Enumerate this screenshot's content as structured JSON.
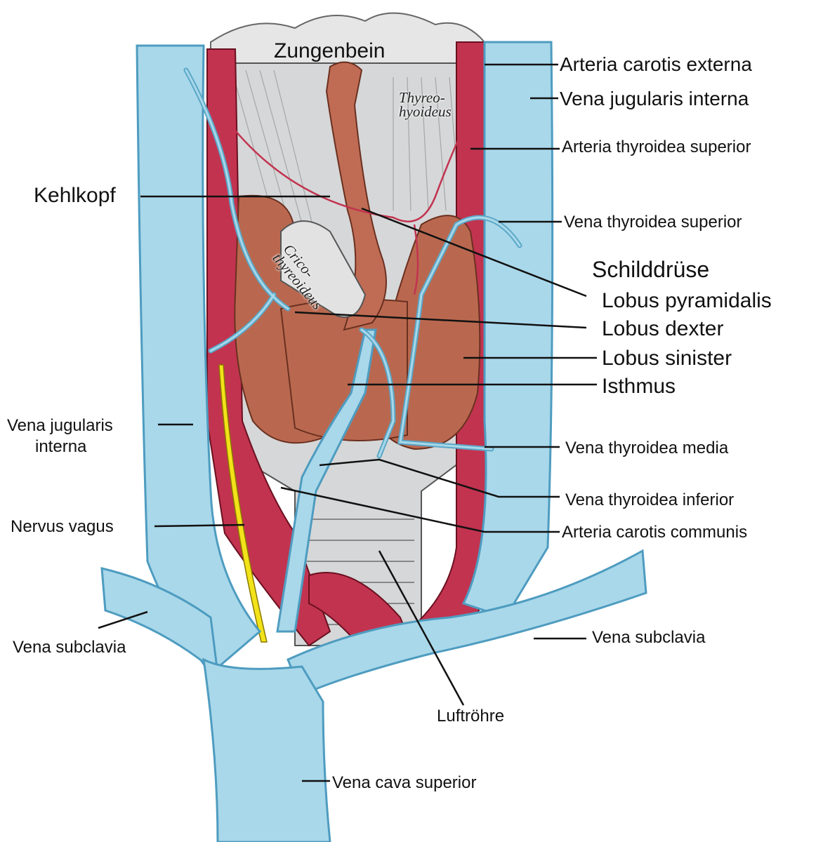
{
  "title": "Schilddrüse – anatomische Darstellung",
  "colors": {
    "vein": "#a9d8ea",
    "vein_edge": "#4e9cc0",
    "artery": "#c2334f",
    "thyroid": "#b9684f",
    "cartilage": "#d9dadb",
    "nerve": "#f2e21a"
  },
  "labels": {
    "zungenbein": "Zungenbein",
    "arteria_carotis_externa": "Arteria carotis externa",
    "vena_jugularis_interna_right": "Vena jugularis interna",
    "arteria_thyroidea_superior": "Arteria thyroidea superior",
    "kehlkopf": "Kehlkopf",
    "vena_thyroidea_superior": "Vena thyroidea superior",
    "schilddruese": "Schilddrüse",
    "lobus_pyramidalis": "Lobus pyramidalis",
    "lobus_dexter": "Lobus dexter",
    "lobus_sinister": "Lobus sinister",
    "isthmus": "Isthmus",
    "vena_jugularis_interna_left_1": "Vena jugularis",
    "vena_jugularis_interna_left_2": "interna",
    "vena_thyroidea_media": "Vena thyroidea media",
    "vena_thyroidea_inferior": "Vena thyroidea inferior",
    "nervus_vagus": "Nervus vagus",
    "arteria_carotis_communis": "Arteria carotis communis",
    "vena_subclavia_left": "Vena subclavia",
    "vena_subclavia_right": "Vena subclavia",
    "luftroehre": "Luftröhre",
    "vena_cava_superior": "Vena cava superior"
  },
  "muscle_labels": {
    "thyreohyoideus_1": "Thyreo-",
    "thyreohyoideus_2": "hyoideus",
    "cricothyreoideus_1": "Crico-",
    "cricothyreoideus_2": "thyreoideus"
  }
}
